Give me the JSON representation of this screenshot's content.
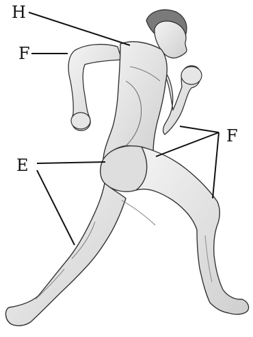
{
  "labels": {
    "h": "H",
    "f_left": "F",
    "f_right": "F",
    "e": "E"
  },
  "colors": {
    "background": "#ffffff",
    "ink": "#111111",
    "skin": "#e8e8e8",
    "shade": "#bdbdbd"
  }
}
